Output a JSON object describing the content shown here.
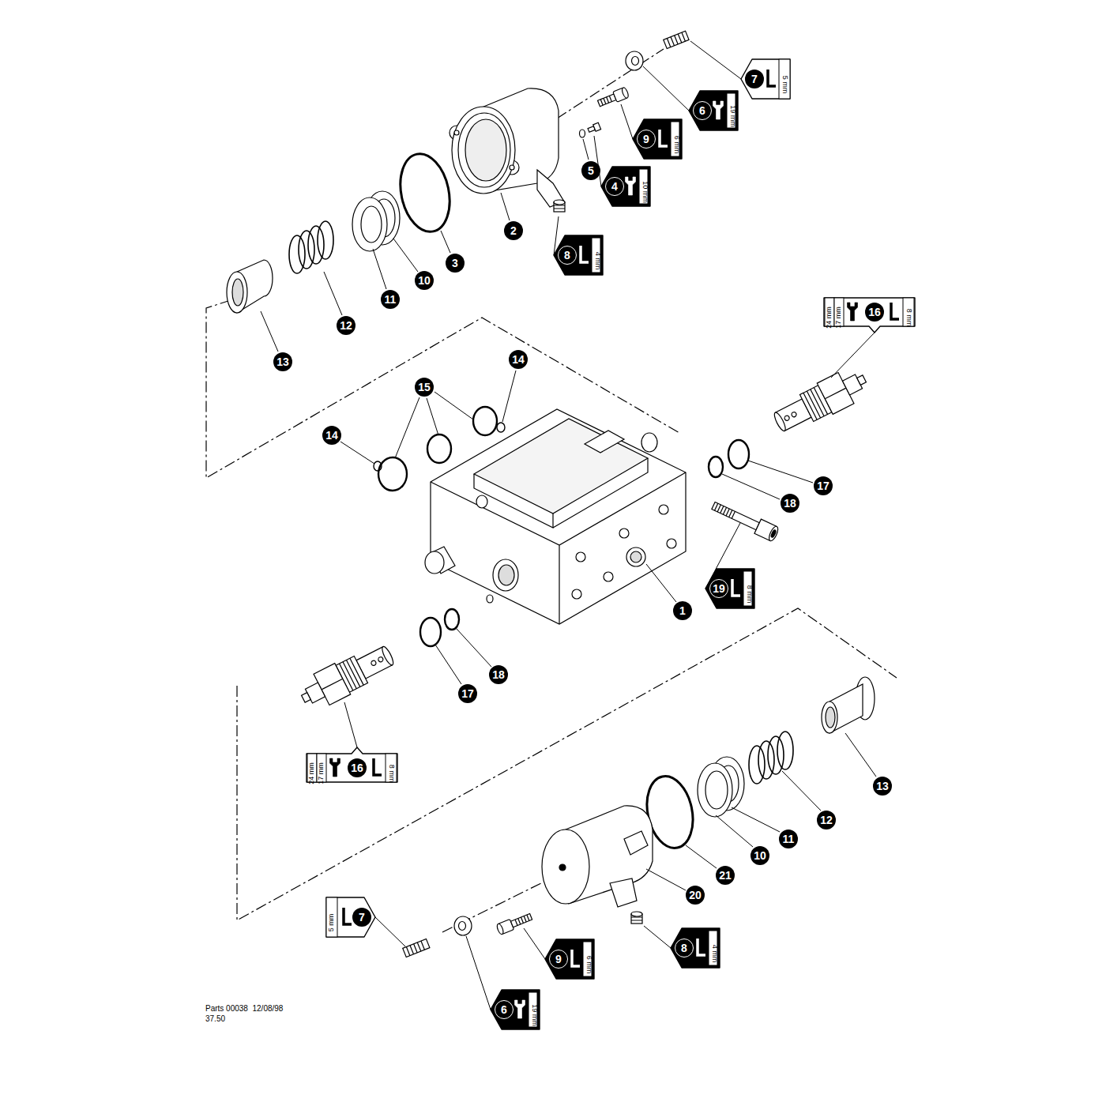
{
  "diagram": {
    "nodes": [
      {
        "text": [
          "5 mm"
        ]
      },
      {
        "text": [
          "7"
        ],
        "in": 0
      },
      {
        "text": [
          "19 mm"
        ]
      },
      {
        "text": [
          "6"
        ],
        "in": 2
      },
      {
        "text": [
          "6 mm"
        ]
      },
      {
        "text": [
          "9"
        ],
        "in": 4
      },
      {
        "text": [
          "5"
        ]
      },
      {
        "text": [
          "10 mm"
        ]
      },
      {
        "text": [
          "4"
        ],
        "in": 7
      },
      {
        "text": [
          "2"
        ]
      },
      {
        "text": [
          "3"
        ]
      },
      {
        "text": [
          "4 mm"
        ]
      },
      {
        "text": [
          "8"
        ],
        "in": 11
      },
      {
        "text": [
          "10"
        ]
      },
      {
        "text": [
          "11"
        ]
      },
      {
        "text": [
          "12"
        ]
      },
      {
        "text": [
          "13"
        ]
      },
      {
        "text": [
          "24 mm",
          "17 mm",
          "8 mm"
        ]
      },
      {
        "text": [
          "16"
        ],
        "in": 17
      },
      {
        "text": [
          "14"
        ]
      },
      {
        "text": [
          "15"
        ]
      },
      {
        "text": [
          "14"
        ]
      },
      {
        "text": [
          "17"
        ]
      },
      {
        "text": [
          "18"
        ]
      },
      {
        "text": [
          "8 mm"
        ]
      },
      {
        "text": [
          "19"
        ],
        "in": 24
      },
      {
        "text": [
          "1"
        ]
      },
      {
        "text": [
          "18"
        ]
      },
      {
        "text": [
          "17"
        ]
      },
      {
        "text": [
          "24 mm",
          "17 mm",
          "8 mm"
        ]
      },
      {
        "text": [
          "16"
        ],
        "in": 29
      },
      {
        "text": [
          "13"
        ]
      },
      {
        "text": [
          "12"
        ]
      },
      {
        "text": [
          "11"
        ]
      },
      {
        "text": [
          "10"
        ]
      },
      {
        "text": [
          "21"
        ]
      },
      {
        "text": [
          "20"
        ]
      },
      {
        "text": [
          "5 mm"
        ]
      },
      {
        "text": [
          "7"
        ],
        "in": 37
      },
      {
        "text": [
          "4 mm"
        ]
      },
      {
        "text": [
          "8"
        ],
        "in": 39
      },
      {
        "text": [
          "6 mm"
        ]
      },
      {
        "text": [
          "9"
        ],
        "in": 41
      },
      {
        "text": [
          "19 mm"
        ]
      },
      {
        "text": [
          "6"
        ],
        "in": 43
      }
    ],
    "labels": [
      "Parts 00038  12/08/98",
      "37.50"
    ]
  }
}
